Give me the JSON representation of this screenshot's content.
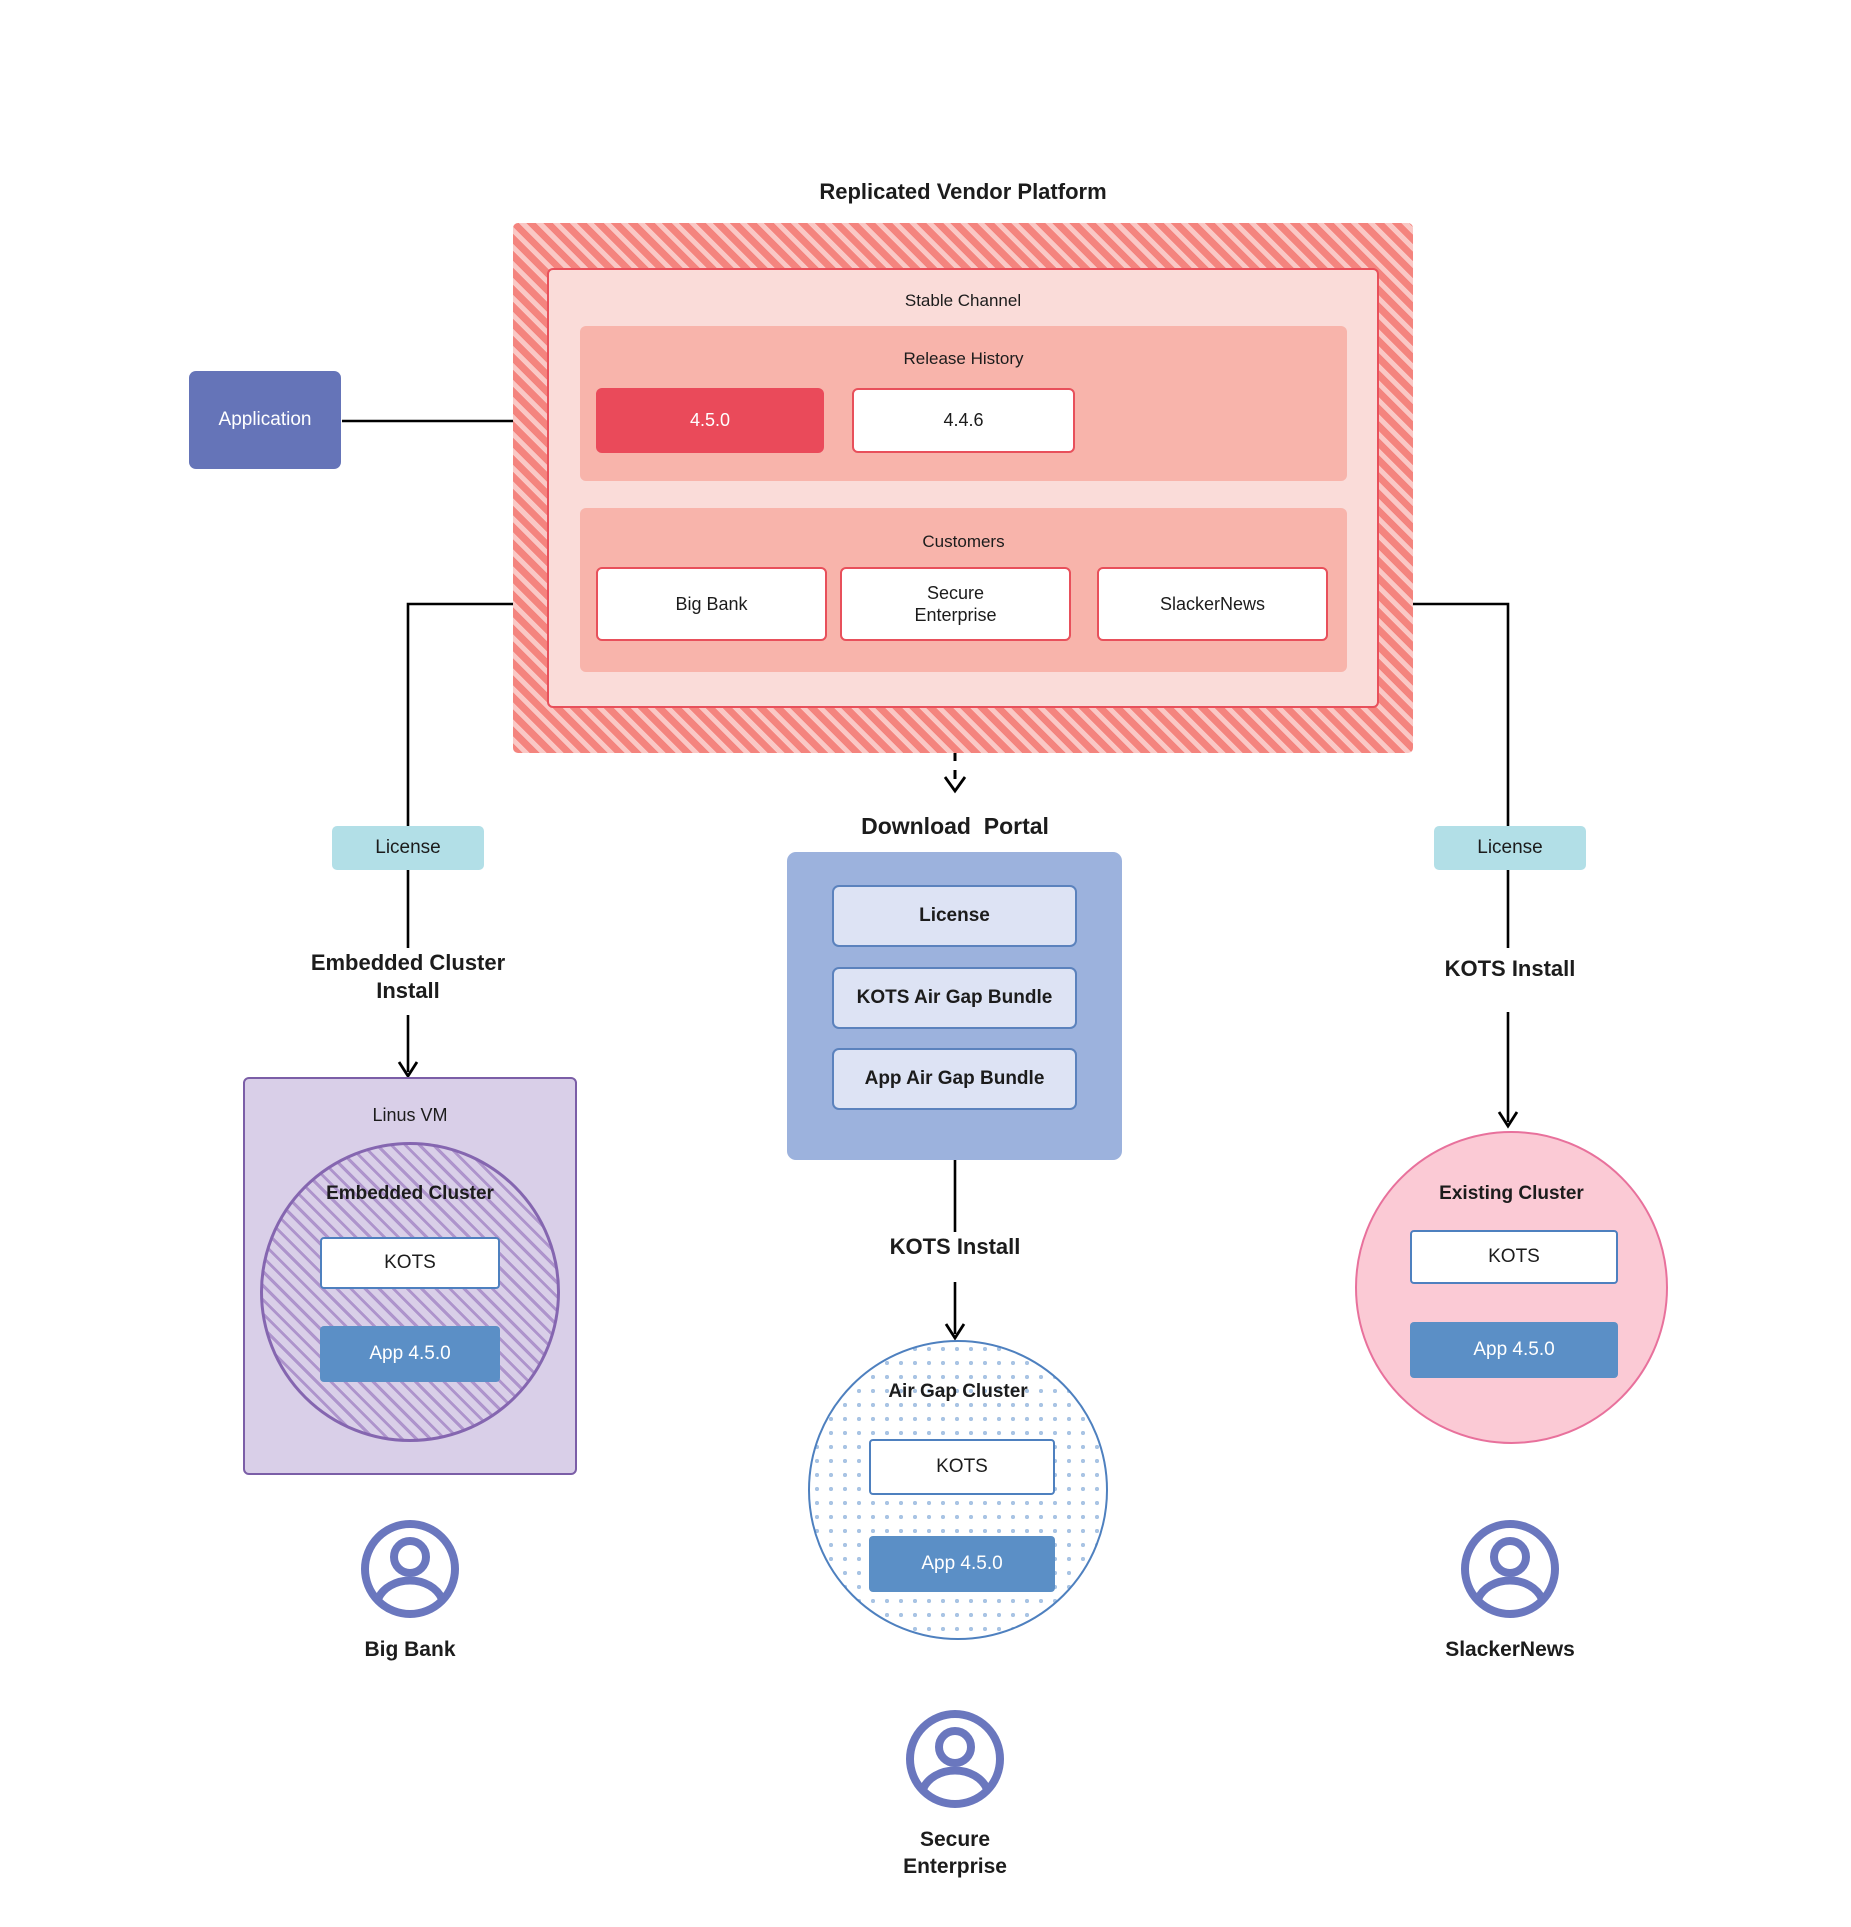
{
  "diagram": {
    "title": "Replicated Vendor Platform",
    "application": {
      "label": "Application"
    },
    "platform": {
      "channel": {
        "heading": "Stable Channel"
      },
      "release_history": {
        "heading": "Release History",
        "releases": [
          {
            "version": "4.5.0",
            "state": "current"
          },
          {
            "version": "4.4.6",
            "state": "previous"
          }
        ]
      },
      "customers": {
        "heading": "Customers",
        "items": [
          {
            "name": "Big Bank"
          },
          {
            "name": "Secure\nEnterprise"
          },
          {
            "name": "SlackerNews"
          }
        ]
      }
    },
    "download_portal": {
      "title": "Download  Portal",
      "items": [
        {
          "label": "License"
        },
        {
          "label": "KOTS Air Gap Bundle"
        },
        {
          "label": "App Air Gap Bundle"
        }
      ]
    },
    "branches": {
      "left": {
        "license_label": "License",
        "install_label": "Embedded Cluster\nInstall",
        "vm_heading": "Linus VM",
        "cluster_heading": "Embedded Cluster",
        "kots_label": "KOTS",
        "app_label": "App 4.5.0",
        "persona": "Big Bank",
        "persona_icon": "user-avatar-icon"
      },
      "center": {
        "install_label": "KOTS Install",
        "cluster_heading": "Air Gap Cluster",
        "kots_label": "KOTS",
        "app_label": "App 4.5.0",
        "persona": "Secure\nEnterprise",
        "persona_icon": "user-avatar-icon"
      },
      "right": {
        "license_label": "License",
        "install_label": "KOTS Install",
        "cluster_heading": "Existing Cluster",
        "kots_label": "KOTS",
        "app_label": "App 4.5.0",
        "persona": "SlackerNews",
        "persona_icon": "user-avatar-icon"
      }
    },
    "colors": {
      "platform_hatch": "#f4847e",
      "platform_inner": "#fadcd9",
      "subpanel": "#f8b4ab",
      "release_current": "#ea4a5a",
      "border_red": "#e8505b",
      "application": "#6574b8",
      "license_chip": "#b2dfe7",
      "portal": "#9cb2dd",
      "portal_item": "#dde3f4",
      "vm_purple": "#d9cfe8",
      "vm_border": "#7b5ea7",
      "app_blue": "#5b8fc6",
      "kots_border": "#4e80bf",
      "existing_pink": "#fbcad5",
      "existing_border": "#e8719c",
      "avatar": "#6a77be"
    }
  }
}
